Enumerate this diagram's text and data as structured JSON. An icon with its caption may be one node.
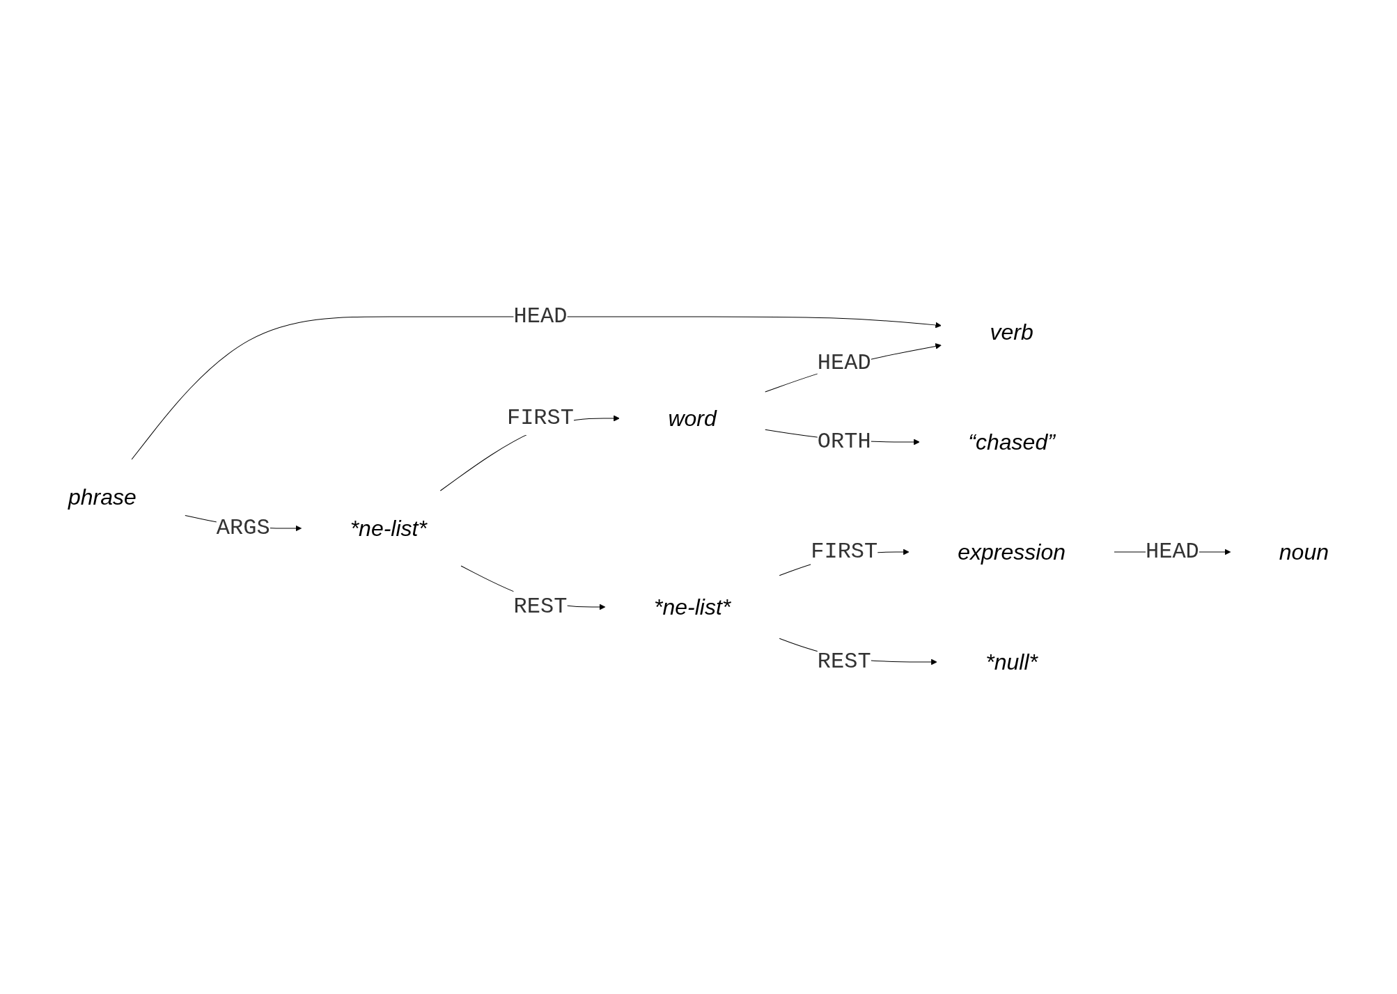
{
  "diagram": {
    "nodes": [
      {
        "text": [
          "phrase"
        ]
      },
      {
        "text": [
          "verb"
        ]
      },
      {
        "text": [
          "*ne-list*"
        ]
      },
      {
        "text": [
          "word"
        ]
      },
      {
        "text": [
          "“chased”"
        ]
      },
      {
        "text": [
          "*ne-list*"
        ]
      },
      {
        "text": [
          "expression"
        ]
      },
      {
        "text": [
          "noun"
        ]
      },
      {
        "text": [
          "*null*"
        ]
      }
    ],
    "edges": [
      {
        "from": 0,
        "to": 1,
        "arrow": "to",
        "label": "HEAD"
      },
      {
        "from": 0,
        "to": 2,
        "arrow": "to",
        "label": "ARGS"
      },
      {
        "from": 3,
        "to": 1,
        "arrow": "to",
        "label": "HEAD"
      },
      {
        "from": 2,
        "to": 3,
        "arrow": "to",
        "label": "FIRST"
      },
      {
        "from": 3,
        "to": 4,
        "arrow": "to",
        "label": "ORTH"
      },
      {
        "from": 2,
        "to": 5,
        "arrow": "to",
        "label": "REST"
      },
      {
        "from": 5,
        "to": 6,
        "arrow": "to",
        "label": "FIRST"
      },
      {
        "from": 6,
        "to": 7,
        "arrow": "to",
        "label": "HEAD"
      },
      {
        "from": 5,
        "to": 8,
        "arrow": "to",
        "label": "REST"
      }
    ]
  }
}
